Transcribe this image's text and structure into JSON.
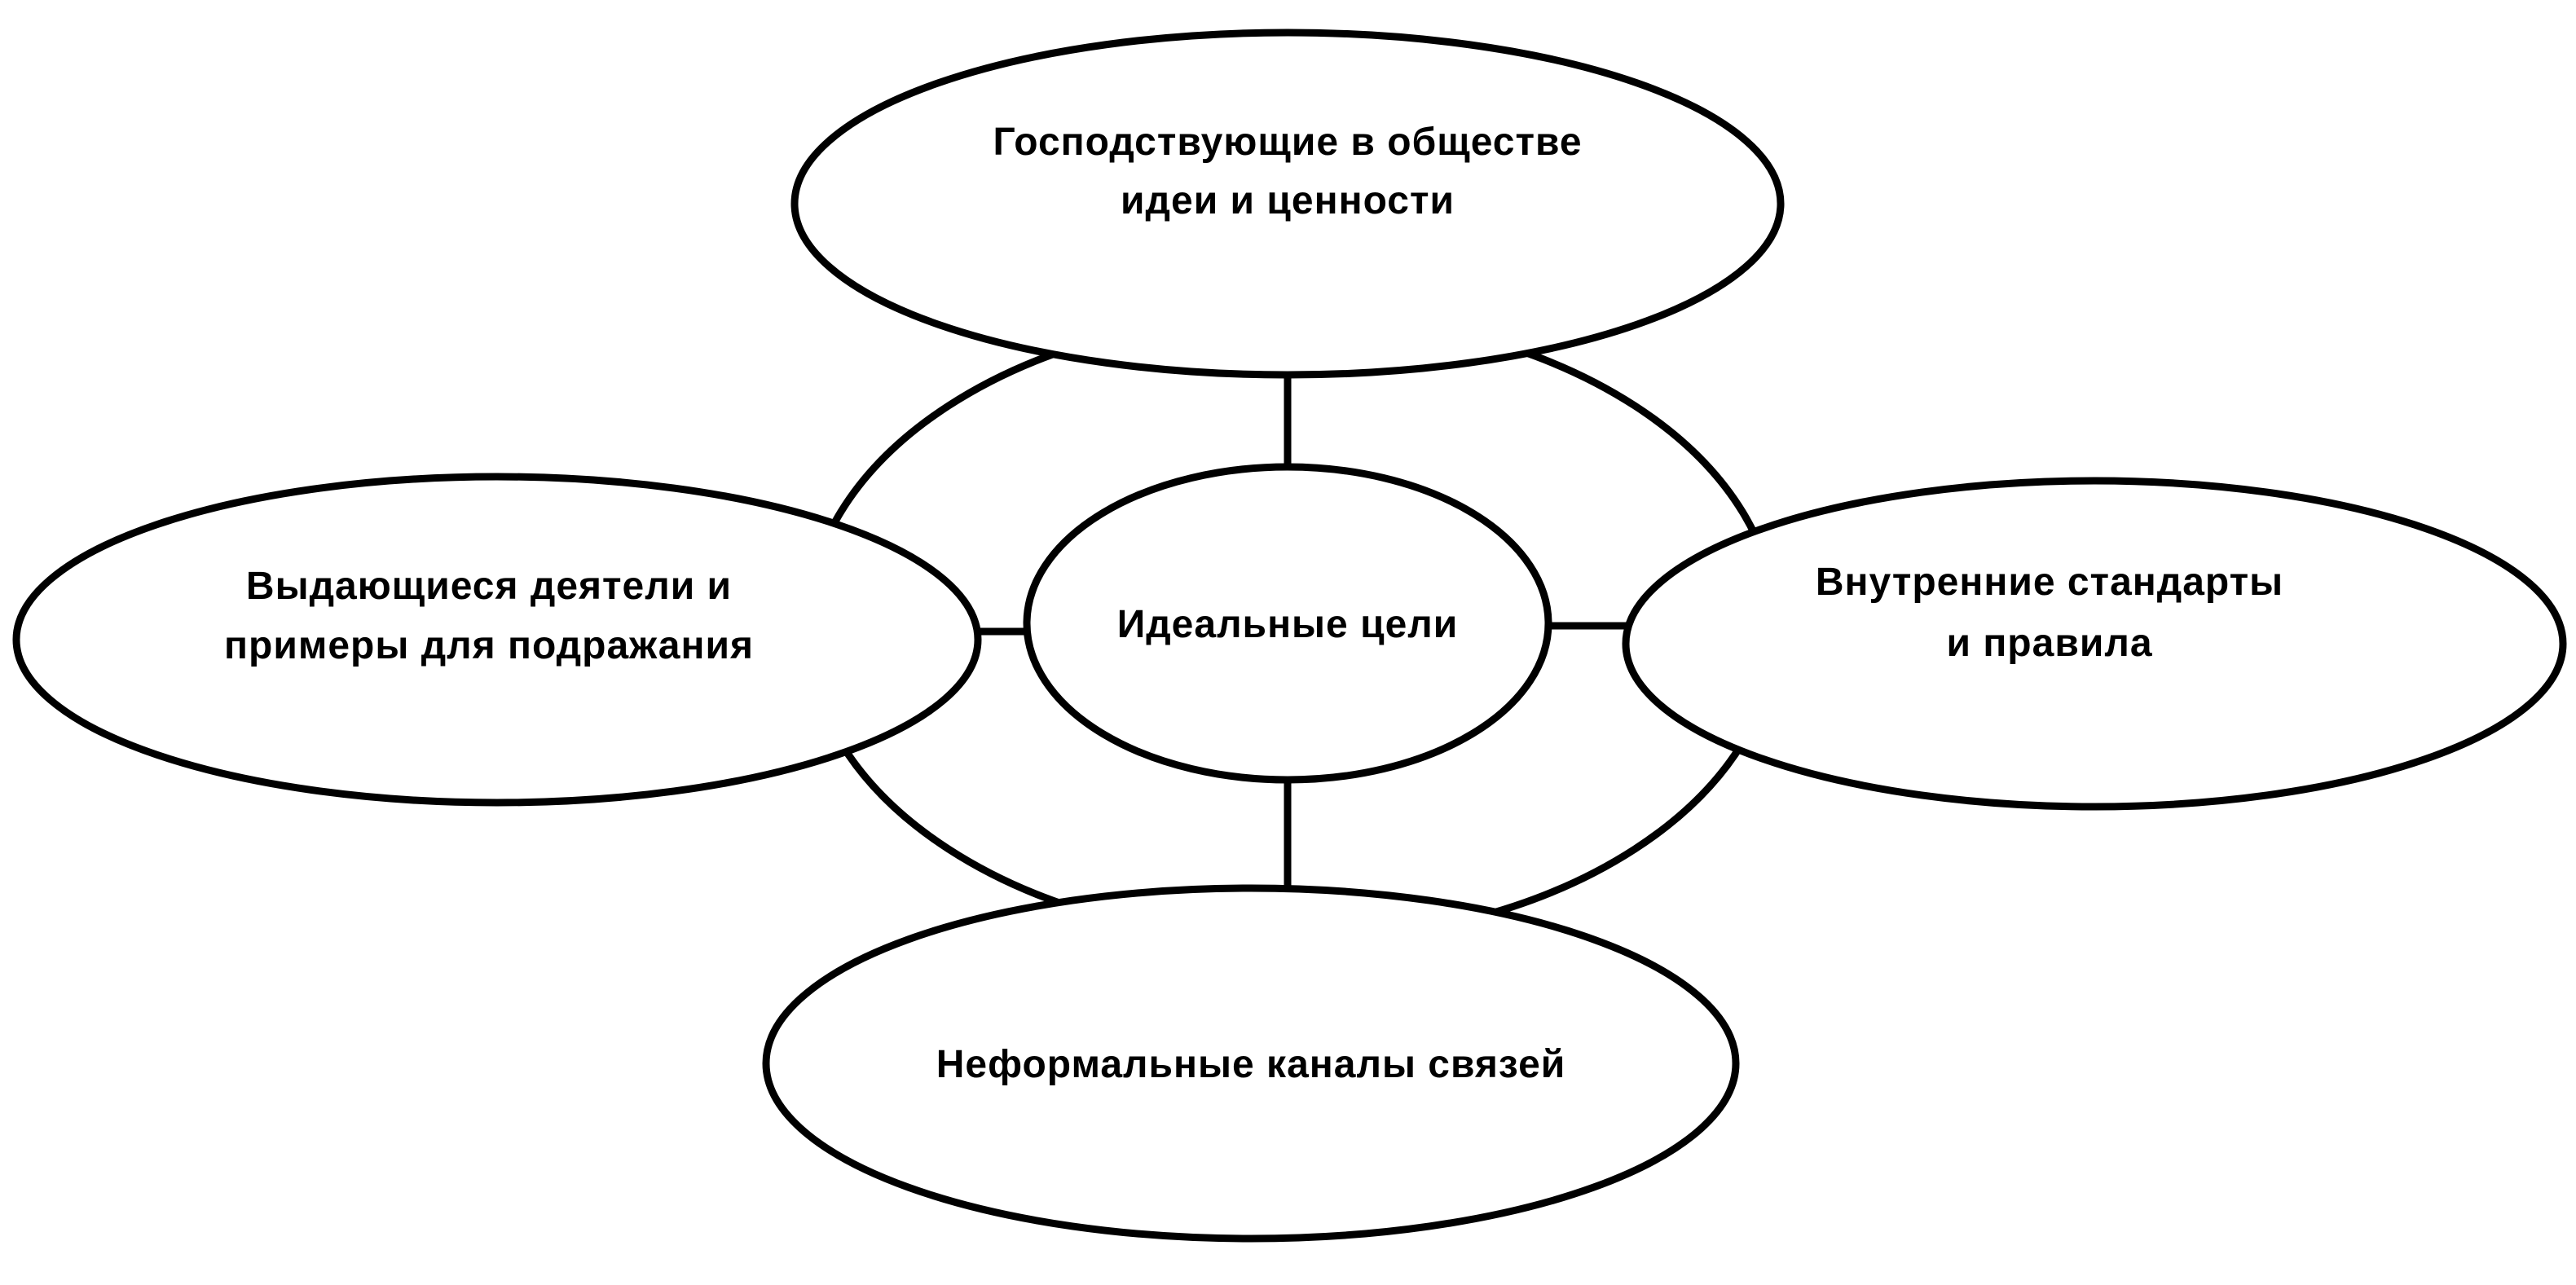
{
  "nodes": {
    "center": {
      "lines": [
        "Идеальные цели"
      ]
    },
    "top": {
      "lines": [
        "Господствующие в обществе",
        "идеи и ценности"
      ]
    },
    "left": {
      "lines": [
        "Выдающиеся деятели и",
        "примеры для подражания"
      ]
    },
    "right": {
      "lines": [
        "Внутренние стандарты",
        "и правила"
      ]
    },
    "bottom": {
      "lines": [
        "Неформальные каналы связей"
      ]
    }
  }
}
